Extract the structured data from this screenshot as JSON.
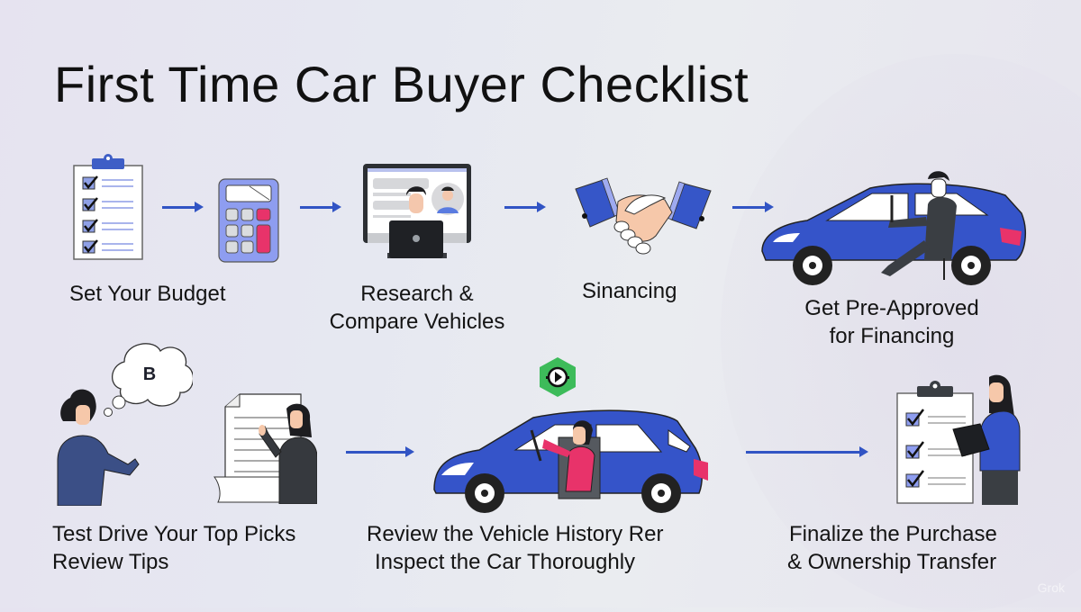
{
  "title": "First Time Car Buyer Checklist",
  "colors": {
    "accent_blue": "#3154c4",
    "pink": "#e8336a",
    "green_badge": "#3dbb5a",
    "dark": "#2f3438"
  },
  "row1": [
    {
      "icon": "checklist-clipboard-icon",
      "label_lines": [
        "Set Your Budget"
      ]
    },
    {
      "icon": "calculator-icon",
      "label_lines": []
    },
    {
      "icon": "computer-video-call-icon",
      "label_lines": [
        "Research &",
        "Compare Vehicles"
      ]
    },
    {
      "icon": "handshake-icon",
      "label_lines": [
        "Sinancing"
      ]
    },
    {
      "icon": "man-in-sedan-icon",
      "label_lines": [
        "Get Pre-Approved",
        "for Financing"
      ]
    }
  ],
  "row2": [
    {
      "icon": "woman-thought-bubble-icon",
      "bubble_text": "B",
      "label_lines": [
        "Test Drive Your Top Picks",
        "Review Tips"
      ]
    },
    {
      "icon": "woman-reading-document-icon",
      "label_lines": []
    },
    {
      "icon": "woman-driving-hatchback-icon",
      "label_lines": [
        "Review the Vehicle History Rer",
        "Inspect the Car Thoroughly"
      ]
    },
    {
      "icon": "woman-holding-clipboard-icon",
      "label_lines": [
        "Finalize the Purchase",
        "& Ownership Transfer"
      ]
    }
  ],
  "labels": {
    "set_budget": "Set Your Budget",
    "research_1": "Research &",
    "research_2": "Compare Vehicles",
    "sinancing": "Sinancing",
    "preapproved_1": "Get Pre-Approved",
    "preapproved_2": "for Financing",
    "testdrive_1": "Test Drive Your Top Picks",
    "testdrive_2": "Review Tips",
    "history_1": "Review the Vehicle History Rer",
    "history_2": "Inspect the Car Thoroughly",
    "finalize_1": "Finalize the Purchase",
    "finalize_2": "& Ownership Transfer"
  },
  "bubble_text": "B",
  "watermark": "Grok"
}
